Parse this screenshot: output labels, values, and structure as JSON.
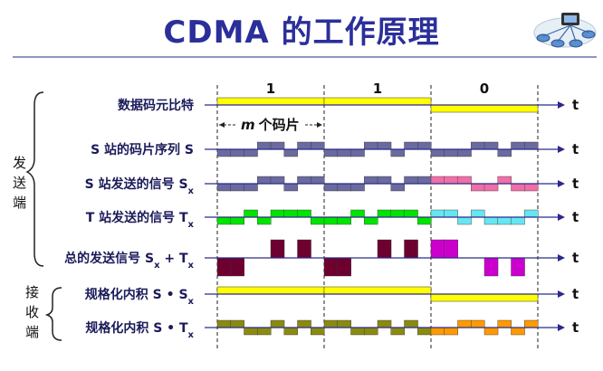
{
  "title": "CDMA 的工作原理",
  "bits": [
    "1",
    "1",
    "0"
  ],
  "m_label": "m",
  "m_label_suffix": "个码片",
  "axis_label": "t",
  "groups": {
    "send": "发\n送\n端",
    "recv": "接\n收\n端"
  },
  "rows": [
    {
      "id": "data",
      "label": "数据码元比特"
    },
    {
      "id": "s_seq",
      "label": "S 站的码片序列 S"
    },
    {
      "id": "s_sig",
      "label": "S 站发送的信号 S",
      "sub": "x"
    },
    {
      "id": "t_sig",
      "label": "T 站发送的信号 T",
      "sub": "x"
    },
    {
      "id": "sum",
      "label": "总的发送信号 S",
      "sub": "x",
      "mid": " + T",
      "sub2": "x"
    },
    {
      "id": "nS",
      "label": "规格化内积 S • S",
      "sub": "x"
    },
    {
      "id": "nT",
      "label": "规格化内积 S • T",
      "sub": "x"
    }
  ],
  "sequences": {
    "S_chips": [
      -1,
      -1,
      -1,
      1,
      1,
      -1,
      1,
      1
    ],
    "T_chips": [
      -1,
      -1,
      1,
      -1,
      1,
      1,
      1,
      -1
    ],
    "data_bits": [
      1,
      1,
      -1
    ]
  },
  "colors": {
    "title": "#2b2f9a",
    "yellow": "#ffff00",
    "slate": "#6a6aa0",
    "pink": "#f06ea8",
    "green": "#00e400",
    "cyan": "#66e6f2",
    "maroon": "#6e0030",
    "magenta": "#cc00cc",
    "olive": "#8a8a10",
    "orange": "#ff9900",
    "axis": "#2a2a8a"
  }
}
